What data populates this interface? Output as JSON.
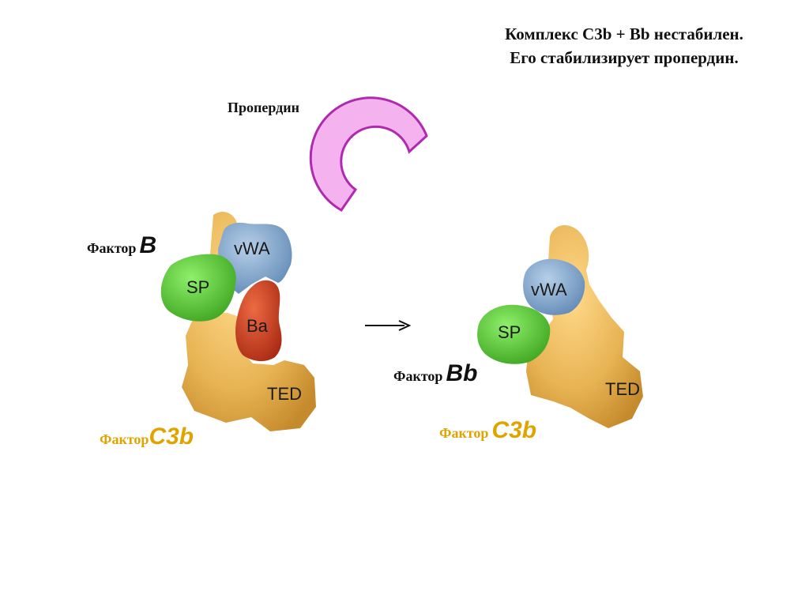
{
  "title": {
    "line1": "Комплекс С3b + Bb  нестабилен.",
    "line2": "Его стабилизирует пропердин."
  },
  "properdin_label": "Пропердин",
  "left_complex": {
    "factor_label_word": "Фактор",
    "factor_label_letter": "B",
    "c3b_label_word": "Фактор",
    "c3b_label_letter": "C3b",
    "domains": {
      "vwa": "vWA",
      "sp": "SP",
      "ba": "Ba",
      "ted": "TED"
    }
  },
  "right_complex": {
    "factor_label_word": "Фактор",
    "factor_label_letter": "Bb",
    "c3b_label_word": "Фактор",
    "c3b_label_letter": "C3b",
    "domains": {
      "vwa": "vWA",
      "sp": "SP",
      "ted": "TED"
    }
  },
  "colors": {
    "c3b_body": "#e8b454",
    "vwa": "#7fa6cf",
    "sp": "#5cc83a",
    "ba": "#cf3f1f",
    "properdin": "#f4b3ef",
    "properdin_outline": "#b02ab0",
    "c3b_label": "#e0a400"
  },
  "icons": {
    "arrow": "arrow-right-icon"
  }
}
